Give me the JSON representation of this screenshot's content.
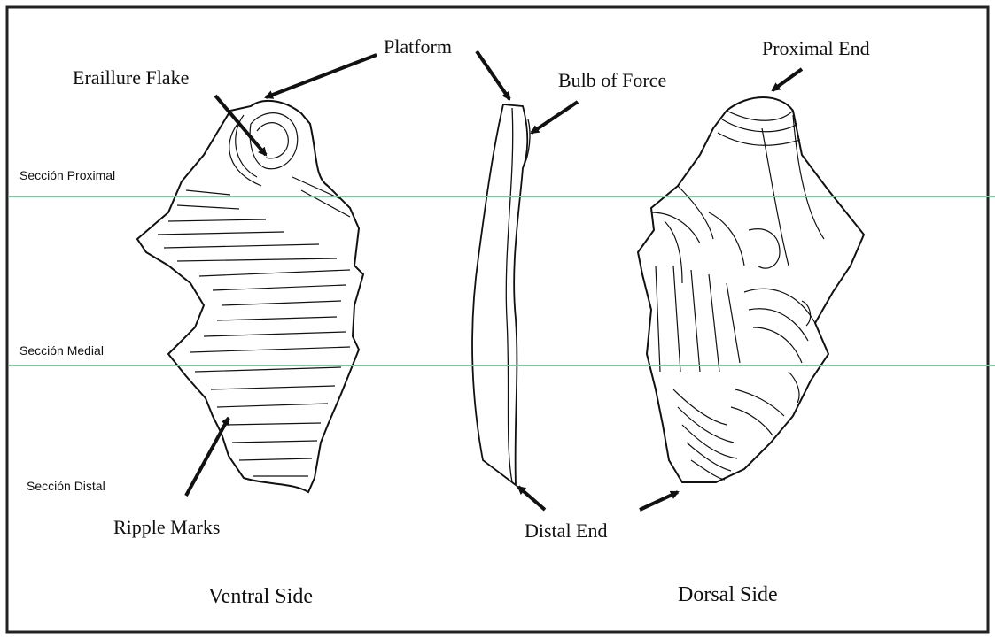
{
  "labels": {
    "platform": "Platform",
    "eraillure_flake": "Eraillure Flake",
    "bulb_of_force": "Bulb of Force",
    "proximal_end": "Proximal End",
    "ripple_marks": "Ripple Marks",
    "distal_end": "Distal End",
    "ventral_side": "Ventral Side",
    "dorsal_side": "Dorsal Side"
  },
  "sections": {
    "proximal": "Sección Proximal",
    "medial": "Sección Medial",
    "distal": "Sección Distal"
  },
  "colors": {
    "divider_line": "#7dc79a",
    "ink": "#111111",
    "frame": "#222222"
  }
}
